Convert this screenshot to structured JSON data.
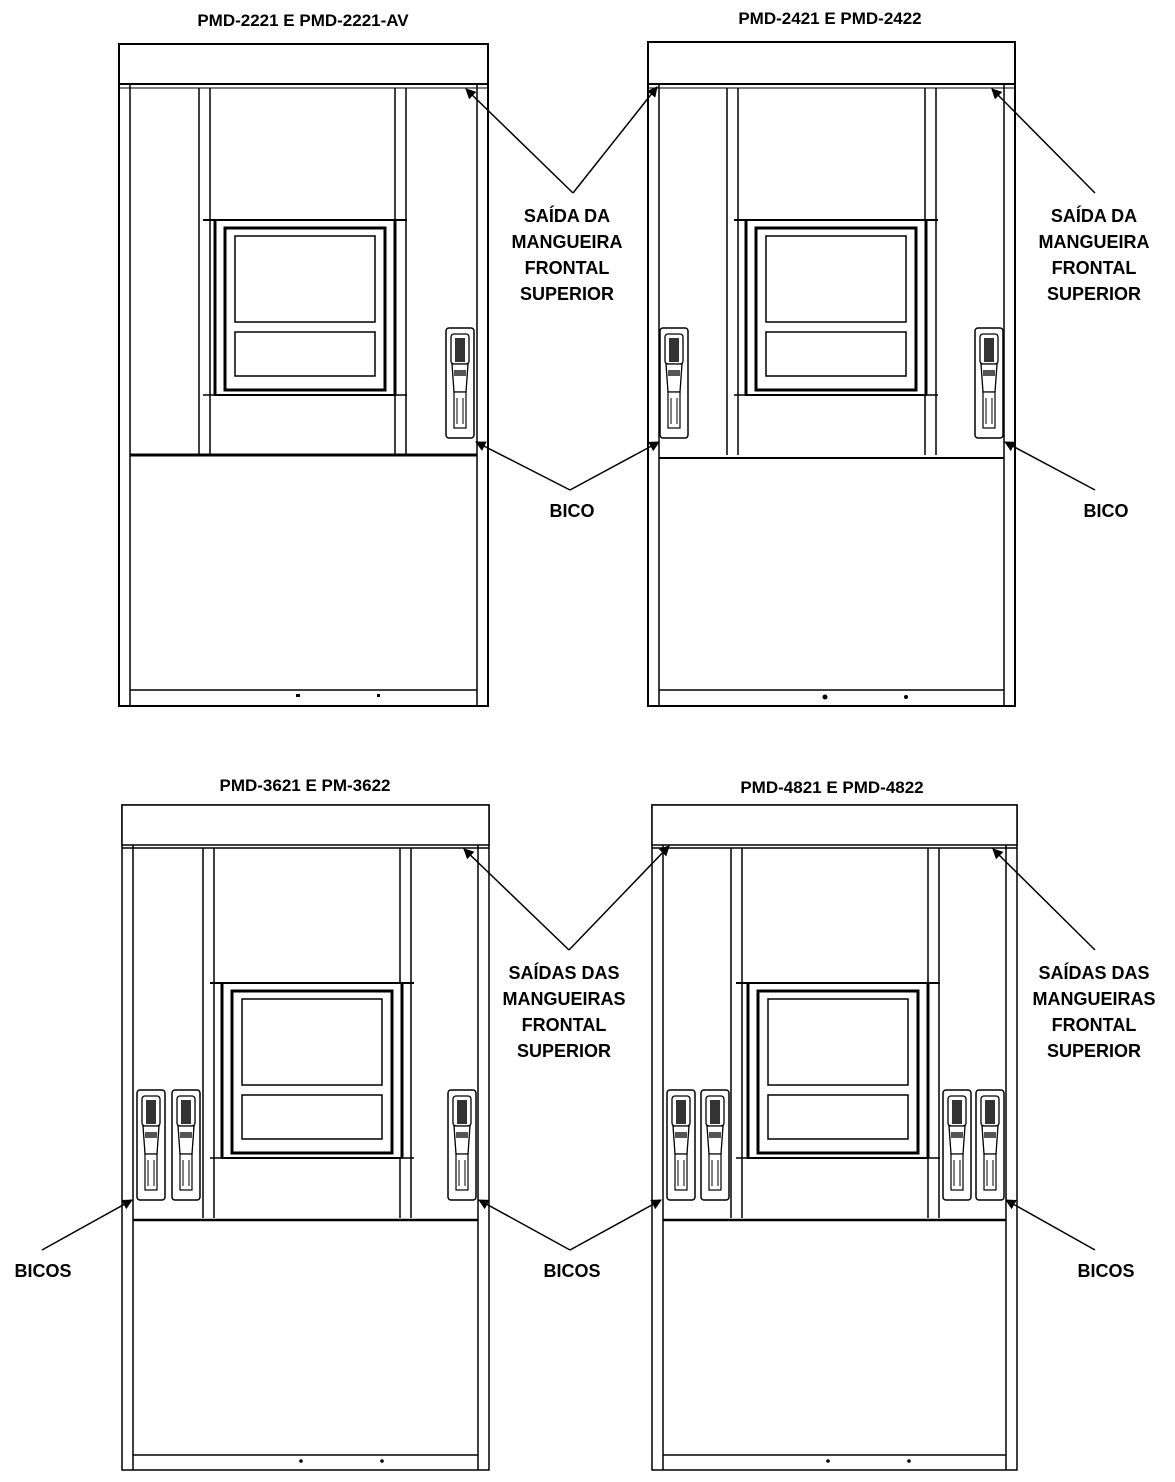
{
  "titles": {
    "a": "PMD-2221 E PMD-2221-AV",
    "b": "PMD-2421 E PMD-2422",
    "c": "PMD-3621 E PM-3622",
    "d": "PMD-4821 E PMD-4822"
  },
  "callouts": {
    "hose_single": [
      "SAÍDA DA",
      "MANGUEIRA",
      "FRONTAL",
      "SUPERIOR"
    ],
    "hose_plural": [
      "SAÍDAS DAS",
      "MANGUEIRAS",
      "FRONTAL",
      "SUPERIOR"
    ],
    "nozzle": "BICO",
    "nozzles": "BICOS"
  },
  "colors": {
    "line": "#000000",
    "background": "#ffffff"
  }
}
